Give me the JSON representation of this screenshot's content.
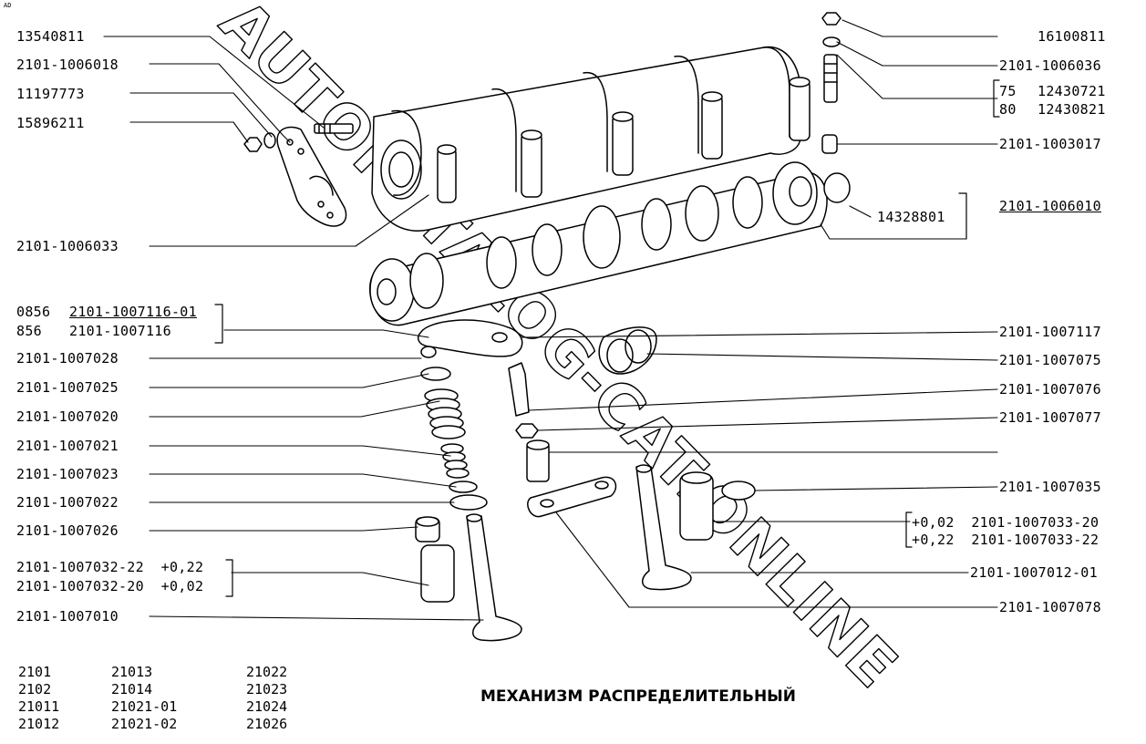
{
  "corner_mark": "AD",
  "title": "МЕХАНИЗМ РАСПРЕДЕЛИТЕЛЬНЫЙ",
  "watermark": "AUTOKATALOG-CAT.ONLINE",
  "labels_left": [
    {
      "id": "l1",
      "text": "13540811"
    },
    {
      "id": "l2",
      "text": "2101-1006018"
    },
    {
      "id": "l3",
      "text": "11197773"
    },
    {
      "id": "l4",
      "text": "15896211"
    },
    {
      "id": "l5",
      "text": "2101-1006033"
    },
    {
      "id": "l6a",
      "text": "0856"
    },
    {
      "id": "l6b",
      "text": "2101-1007116-01"
    },
    {
      "id": "l7a",
      "text": "856"
    },
    {
      "id": "l7b",
      "text": "2101-1007116"
    },
    {
      "id": "l8",
      "text": "2101-1007028"
    },
    {
      "id": "l9",
      "text": "2101-1007025"
    },
    {
      "id": "l10",
      "text": "2101-1007020"
    },
    {
      "id": "l11",
      "text": "2101-1007021"
    },
    {
      "id": "l12",
      "text": "2101-1007023"
    },
    {
      "id": "l13",
      "text": "2101-1007022"
    },
    {
      "id": "l14",
      "text": "2101-1007026"
    },
    {
      "id": "l15",
      "text": "2101-1007032-22  +0,22"
    },
    {
      "id": "l16",
      "text": "2101-1007032-20  +0,02"
    },
    {
      "id": "l17",
      "text": "2101-1007010"
    }
  ],
  "labels_right": [
    {
      "id": "r1",
      "text": "16100811"
    },
    {
      "id": "r2",
      "text": "2101-1006036"
    },
    {
      "id": "r3a",
      "text": "75"
    },
    {
      "id": "r3b",
      "text": "12430721"
    },
    {
      "id": "r4a",
      "text": "80"
    },
    {
      "id": "r4b",
      "text": "12430821"
    },
    {
      "id": "r5",
      "text": "2101-1003017"
    },
    {
      "id": "r6",
      "text": "14328801"
    },
    {
      "id": "r7",
      "text": "2101-1006010"
    },
    {
      "id": "r8",
      "text": "2101-1007117"
    },
    {
      "id": "r9",
      "text": "2101-1007075"
    },
    {
      "id": "r10",
      "text": "2101-1007076"
    },
    {
      "id": "r11",
      "text": "2101-1007077"
    },
    {
      "id": "r12",
      "text": "2101-1007035"
    },
    {
      "id": "r13",
      "text": "+0,02  2101-1007033-20"
    },
    {
      "id": "r14",
      "text": "+0,22  2101-1007033-22"
    },
    {
      "id": "r15",
      "text": "2101-1007012-01"
    },
    {
      "id": "r16",
      "text": "2101-1007078"
    }
  ],
  "models": [
    [
      "2101",
      "21013",
      "21022"
    ],
    [
      "2102",
      "21014",
      "21023"
    ],
    [
      "21011",
      "21021-01",
      "21024"
    ],
    [
      "21012",
      "21021-02",
      "21026"
    ]
  ]
}
